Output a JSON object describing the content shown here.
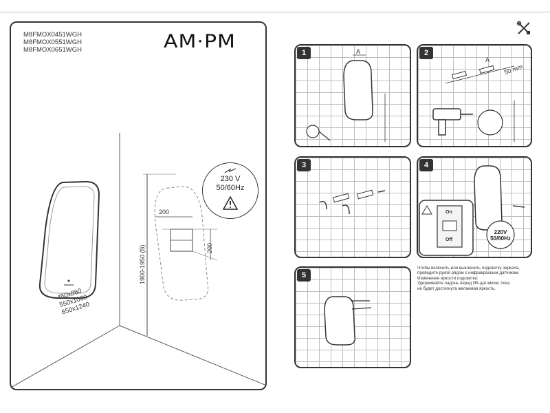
{
  "brand": {
    "logo_text": "AM·PM"
  },
  "models": [
    "M8FMOX0451WGH",
    "M8FMOX0551WGH",
    "M8FMOX0651WGH"
  ],
  "sizes": [
    "450x860",
    "550x1000",
    "650x1240"
  ],
  "dimensions": {
    "height_range": "1900-1950 (B)",
    "width": "200",
    "depth": "200"
  },
  "warning": {
    "voltage": "230 V",
    "frequency": "50/60Hz"
  },
  "steps": [
    {
      "number": "1",
      "dim_a": "A"
    },
    {
      "number": "2",
      "dim_a": "A",
      "dim_offset": "50 mm"
    },
    {
      "number": "3"
    },
    {
      "number": "4",
      "switch_on": "On",
      "switch_off": "Off",
      "voltage": "220V",
      "frequency": "50/60Hz"
    },
    {
      "number": "5"
    }
  ],
  "instructions": [
    "Чтобы включить или выключить подсветку зеркала,",
    "проведите рукой рядом с инфракрасным датчиком.",
    "Изменение яркости подсветки:",
    "Удерживайте ладонь перед ИК-датчиком, пока",
    "не будет достигнута желаемая яркость."
  ],
  "icons": [
    "tools-icon",
    "warning-icon",
    "mirror-icon",
    "drill-icon",
    "tape-measure-icon",
    "switch-icon",
    "electric-icon"
  ]
}
